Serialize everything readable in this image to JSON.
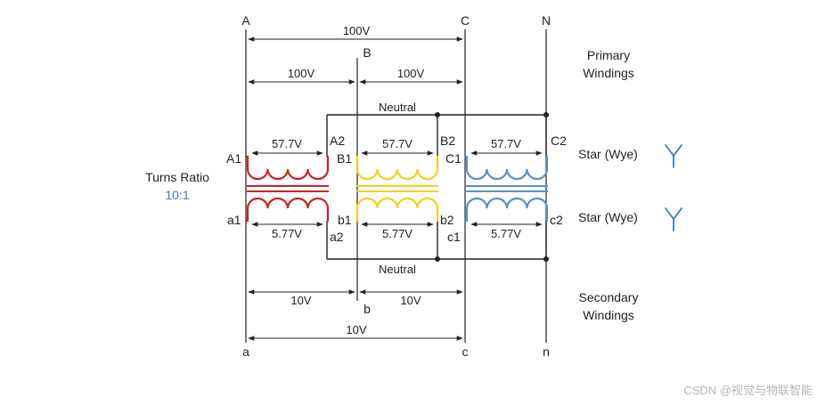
{
  "lines": {
    "primary": [
      "A",
      "B",
      "C",
      "N"
    ],
    "secondary": [
      "a",
      "b",
      "c",
      "n"
    ]
  },
  "voltages": {
    "primary_ac": "100V",
    "primary_ab": "100V",
    "primary_bc": "100V",
    "secondary_ac": "10V",
    "secondary_ab": "10V",
    "secondary_bc": "10V",
    "primary_phase": [
      "57.7V",
      "57.7V",
      "57.7V"
    ],
    "secondary_phase": [
      "5.77V",
      "5.77V",
      "5.77V"
    ]
  },
  "terminals": {
    "primary": [
      "A1",
      "A2",
      "B1",
      "B2",
      "C1",
      "C2"
    ],
    "secondary": [
      "a1",
      "a2",
      "b1",
      "b2",
      "c1",
      "c2"
    ]
  },
  "labels": {
    "neutral_top": "Neutral",
    "neutral_bottom": "Neutral",
    "primary_title_1": "Primary",
    "primary_title_2": "Windings",
    "secondary_title_1": "Secondary",
    "secondary_title_2": "Windings",
    "star_primary": "Star (Wye)",
    "star_secondary": "Star (Wye)",
    "turns_ratio_label": "Turns Ratio",
    "turns_ratio_value": "10:1",
    "watermark": "CSDN @视觉与物联智能"
  },
  "colors": {
    "phase_a": "#cc2222",
    "phase_b": "#f2d21e",
    "phase_c": "#5b8fc8",
    "accent": "#3a78c8",
    "line": "#222222"
  }
}
